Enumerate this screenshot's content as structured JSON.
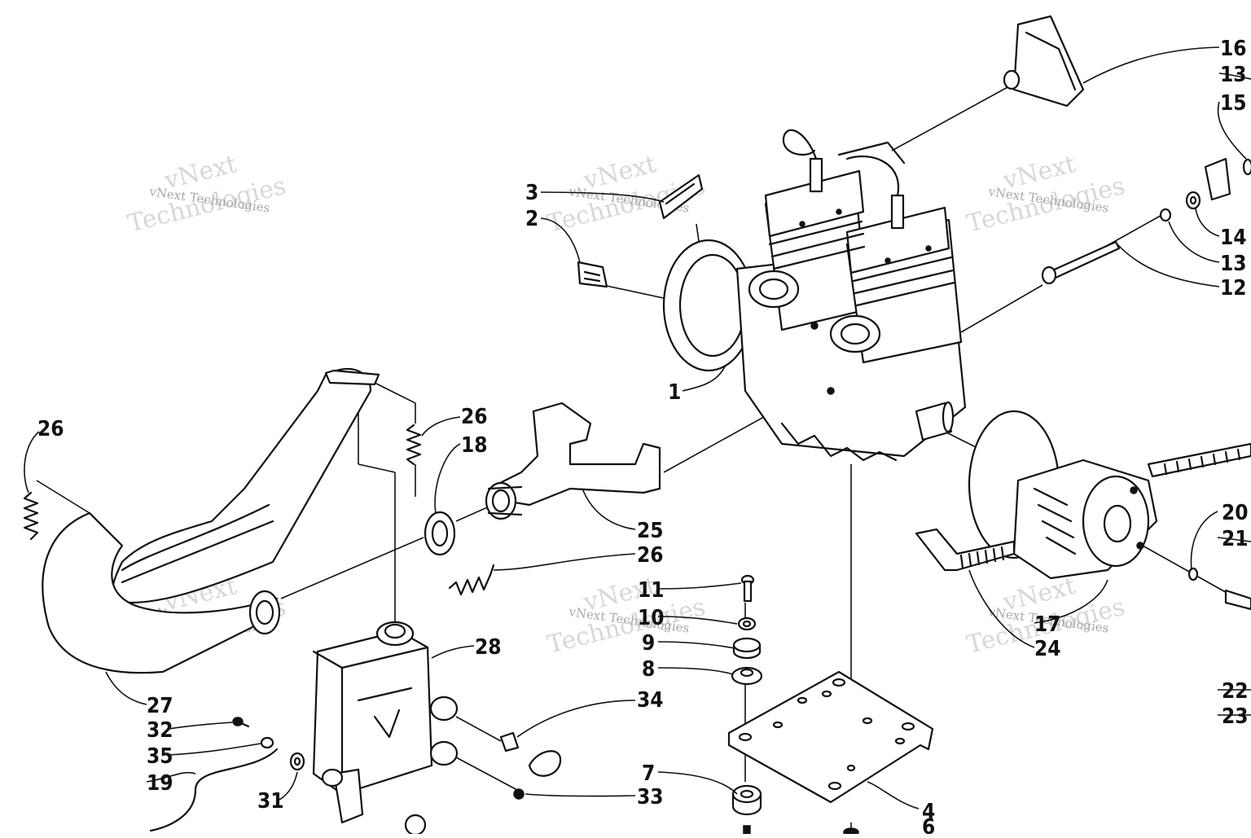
{
  "callouts": {
    "c1": "1",
    "c2": "2",
    "c3": "3",
    "c4": "4",
    "c6": "6",
    "c7": "7",
    "c8": "8",
    "c9": "9",
    "c10": "10",
    "c11": "11",
    "c12": "12",
    "c13a": "13",
    "c13b": "13",
    "c14": "14",
    "c15": "15",
    "c16": "16",
    "c17": "17",
    "c18": "18",
    "c19": "19",
    "c20": "20",
    "c21": "21",
    "c22": "22",
    "c23": "23",
    "c24": "24",
    "c25": "25",
    "c26a": "26",
    "c26b": "26",
    "c26c": "26",
    "c27": "27",
    "c28": "28",
    "c31": "31",
    "c32": "32",
    "c33": "33",
    "c34": "34",
    "c35": "35"
  },
  "watermark": {
    "brand": "vNext",
    "word": "Technologies",
    "full": "vNext Technologies"
  }
}
